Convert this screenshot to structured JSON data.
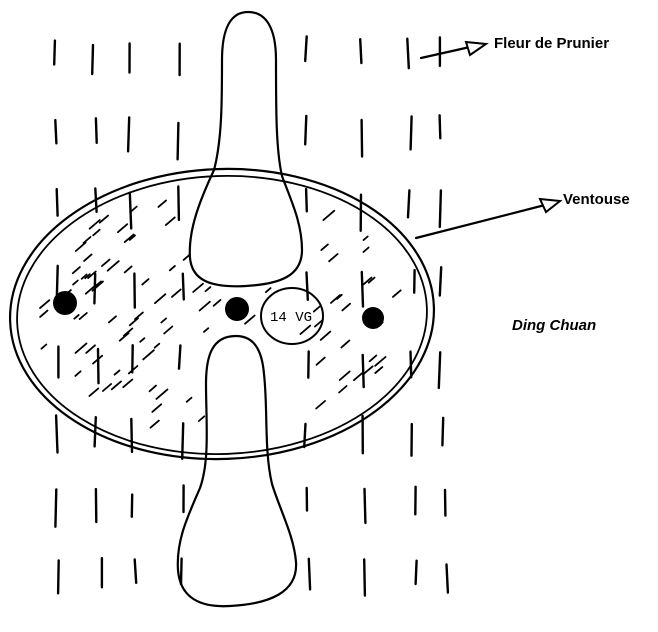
{
  "labels": {
    "fleur": "Fleur de Prunier",
    "ventouse": "Ventouse",
    "point": "14 VG",
    "title": "Ding Chuan"
  },
  "colors": {
    "ink": "#000000",
    "background": "#ffffff"
  }
}
